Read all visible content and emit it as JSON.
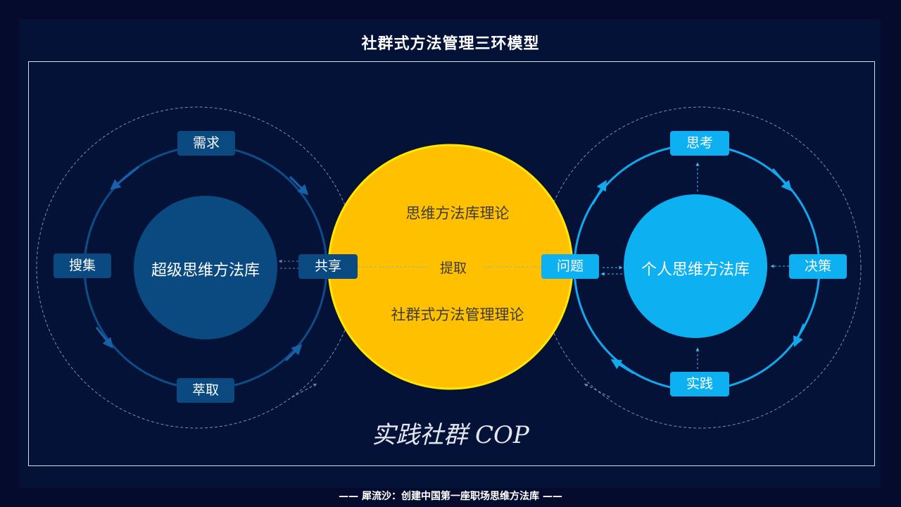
{
  "title": "社群式方法管理三环模型",
  "left_ring": {
    "center": "超级思维方法库",
    "nodes": {
      "top": "需求",
      "left": "搜集",
      "bottom": "萃取",
      "right": "共享"
    }
  },
  "middle": {
    "top_text": "思维方法库理论",
    "middle_text": "提取",
    "bottom_text": "社群式方法管理理论"
  },
  "right_ring": {
    "center": "个人思维方法库",
    "nodes": {
      "top": "思考",
      "left": "问题",
      "bottom": "实践",
      "right": "决策"
    }
  },
  "community_label": "实践社群 COP",
  "footer": "—— 犀流沙：创建中国第一座职场思维方法库 ——",
  "colors": {
    "background": "#050b2c",
    "dark_blue": "#0a4a80",
    "light_blue": "#0db1f1",
    "yellow": "#ffc000",
    "yellow_border": "#ffe800"
  }
}
